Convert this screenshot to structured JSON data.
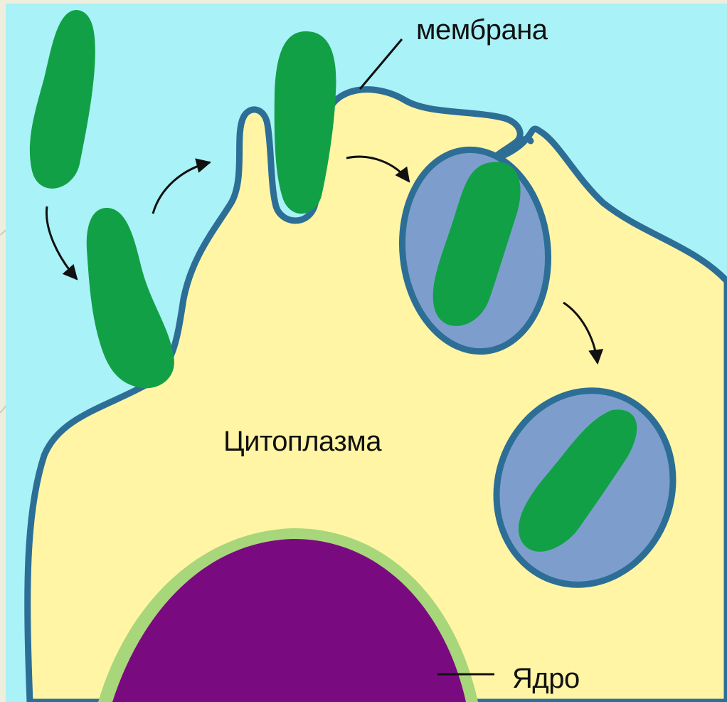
{
  "diagram": {
    "labels": {
      "membrane": "мембрана",
      "cytoplasm": "Цитоплазма",
      "nucleus": "Ядро"
    },
    "colors": {
      "background_fluid": "#a9f2f7",
      "cytoplasm": "#fff5a5",
      "membrane": "#2d6e96",
      "vacuole_fill": "#7d9ecc",
      "bacterium": "#12a046",
      "nucleus": "#7a0a80",
      "nuclear_envelope": "#a8d67a",
      "slide_background": "#eeeedd"
    }
  }
}
